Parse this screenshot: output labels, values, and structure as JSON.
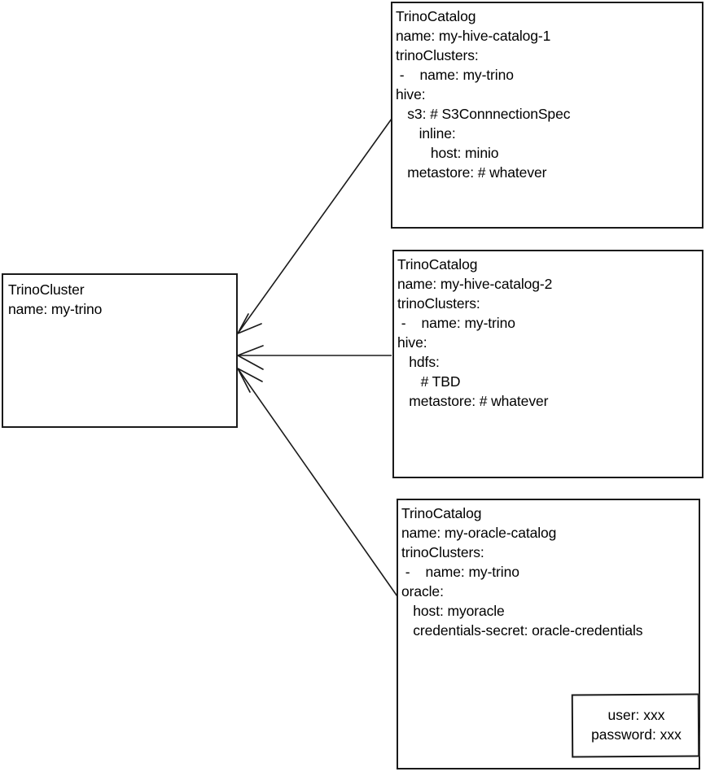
{
  "diagram": {
    "title": "Trino Catalog relationship diagram",
    "stroke_color": "#1a1a1a",
    "background_color": "#ffffff"
  },
  "cluster_node": {
    "kind": "TrinoCluster",
    "lines": [
      "TrinoCluster",
      "name: my-trino"
    ]
  },
  "catalogs": [
    {
      "id": "hive-catalog-1",
      "kind": "TrinoCatalog",
      "lines": [
        "TrinoCatalog",
        "name: my-hive-catalog-1",
        "trinoClusters:",
        " -    name: my-trino",
        "hive:",
        "   s3: # S3ConnnectionSpec",
        "      inline:",
        "         host: minio",
        "   metastore: # whatever"
      ]
    },
    {
      "id": "hive-catalog-2",
      "kind": "TrinoCatalog",
      "lines": [
        "TrinoCatalog",
        "name: my-hive-catalog-2",
        "trinoClusters:",
        " -    name: my-trino",
        "hive:",
        "   hdfs:",
        "      # TBD",
        "   metastore: # whatever"
      ]
    },
    {
      "id": "oracle-catalog",
      "kind": "TrinoCatalog",
      "lines": [
        "TrinoCatalog",
        "name: my-oracle-catalog",
        "trinoClusters:",
        " -    name: my-trino",
        "oracle:",
        "   host: myoracle",
        "   credentials-secret: oracle-credentials"
      ]
    }
  ],
  "secret_node": {
    "id": "oracle-credentials-secret",
    "lines": [
      "user: xxx",
      "password: xxx"
    ]
  }
}
